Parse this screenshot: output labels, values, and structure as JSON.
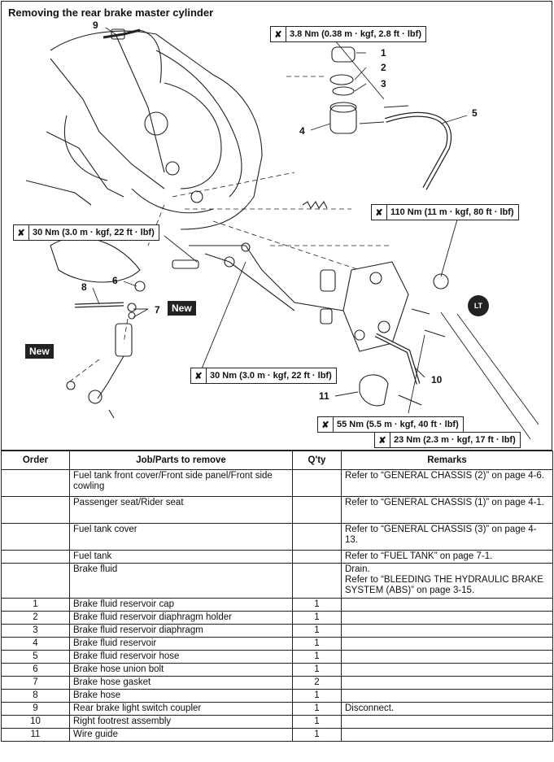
{
  "figure": {
    "title": "Removing the rear brake master cylinder",
    "torques": [
      "3.8 Nm (0.38 m · kgf, 2.8 ft · lbf)",
      "110 Nm (11 m · kgf, 80 ft · lbf)",
      "30 Nm (3.0 m · kgf, 22 ft · lbf)",
      "30 Nm (3.0 m · kgf, 22 ft · lbf)",
      "55 Nm (5.5 m · kgf, 40 ft · lbf)",
      "23 Nm (2.3 m · kgf, 17 ft · lbf)"
    ],
    "callouts": [
      "1",
      "2",
      "3",
      "4",
      "5",
      "6",
      "7",
      "8",
      "9",
      "10",
      "11"
    ],
    "new_label": "New",
    "lt_label": "LT"
  },
  "table": {
    "headers": [
      "Order",
      "Job/Parts to remove",
      "Q'ty",
      "Remarks"
    ],
    "rows": [
      {
        "order": "",
        "part": "Fuel tank front cover/Front side panel/Front side cowling",
        "qty": "",
        "remarks": "Refer to “GENERAL CHASSIS (2)” on page 4-6."
      },
      {
        "order": "",
        "part": "Passenger seat/Rider seat",
        "qty": "",
        "remarks": "Refer to “GENERAL CHASSIS (1)” on page 4-1."
      },
      {
        "order": "",
        "part": "Fuel tank cover",
        "qty": "",
        "remarks": "Refer to “GENERAL CHASSIS (3)” on page 4-13."
      },
      {
        "order": "",
        "part": "Fuel tank",
        "qty": "",
        "remarks": "Refer to “FUEL TANK” on page 7-1."
      },
      {
        "order": "",
        "part": "Brake fluid",
        "qty": "",
        "remarks": "Drain.\nRefer to “BLEEDING THE HYDRAULIC BRAKE SYSTEM (ABS)” on page 3-15."
      },
      {
        "order": "1",
        "part": "Brake fluid reservoir cap",
        "qty": "1",
        "remarks": ""
      },
      {
        "order": "2",
        "part": "Brake fluid reservoir diaphragm holder",
        "qty": "1",
        "remarks": ""
      },
      {
        "order": "3",
        "part": "Brake fluid reservoir diaphragm",
        "qty": "1",
        "remarks": ""
      },
      {
        "order": "4",
        "part": "Brake fluid reservoir",
        "qty": "1",
        "remarks": ""
      },
      {
        "order": "5",
        "part": "Brake fluid reservoir hose",
        "qty": "1",
        "remarks": ""
      },
      {
        "order": "6",
        "part": "Brake hose union bolt",
        "qty": "1",
        "remarks": ""
      },
      {
        "order": "7",
        "part": "Brake hose gasket",
        "qty": "2",
        "remarks": ""
      },
      {
        "order": "8",
        "part": "Brake hose",
        "qty": "1",
        "remarks": ""
      },
      {
        "order": "9",
        "part": "Rear brake light switch coupler",
        "qty": "1",
        "remarks": "Disconnect."
      },
      {
        "order": "10",
        "part": "Right footrest assembly",
        "qty": "1",
        "remarks": ""
      },
      {
        "order": "11",
        "part": "Wire guide",
        "qty": "1",
        "remarks": ""
      }
    ]
  }
}
